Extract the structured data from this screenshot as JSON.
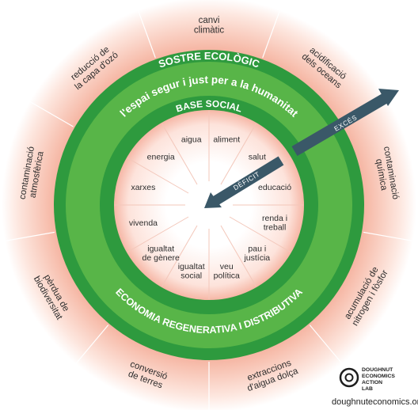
{
  "ceiling_title": "SOSTRE ECOLÒGIC",
  "safe_space_title": "l'espai segur i just per a la humanitat",
  "foundation_title": "BASE SOCIAL",
  "economy_title": "ECONOMIA REGENERATIVA I DISTRIBUTIVA",
  "excess_label": "EXCÉS",
  "deficit_label": "DÈFICIT",
  "ecological_dimensions": [
    [
      "canvi",
      "climàtic"
    ],
    [
      "acidificació",
      "dels oceans"
    ],
    [
      "contaminació",
      "química"
    ],
    [
      "acumulació de",
      "nitrogen i fòsfor"
    ],
    [
      "extraccions",
      "d'aigua dolça"
    ],
    [
      "conversió",
      "de terres"
    ],
    [
      "pèrdua de",
      "biodiversitat"
    ],
    [
      "contaminació",
      "atmosfèrica"
    ],
    [
      "reducció de",
      "la capa d'ozó"
    ]
  ],
  "social_dimensions": [
    [
      "aliment"
    ],
    [
      "salut"
    ],
    [
      "educació"
    ],
    [
      "renda i",
      "treball"
    ],
    [
      "pau i",
      "justícia"
    ],
    [
      "veu",
      "política"
    ],
    [
      "igualtat",
      "social"
    ],
    [
      "igualtat",
      "de gènere"
    ],
    [
      "vivenda"
    ],
    [
      "xarxes"
    ],
    [
      "energia"
    ],
    [
      "aigua"
    ]
  ],
  "logo_lines": [
    "DOUGHNUT",
    "ECONOMICS",
    "ACTION",
    "LAB"
  ],
  "url": "doughnuteconomics.org",
  "colors": {
    "dark_green": "#2e9a3e",
    "mid_green": "#58b548",
    "ring_green": "#4aa93e",
    "center_fill": "#ffffff",
    "outer_glow": "#f2a490",
    "arrow": "#3a5868"
  }
}
